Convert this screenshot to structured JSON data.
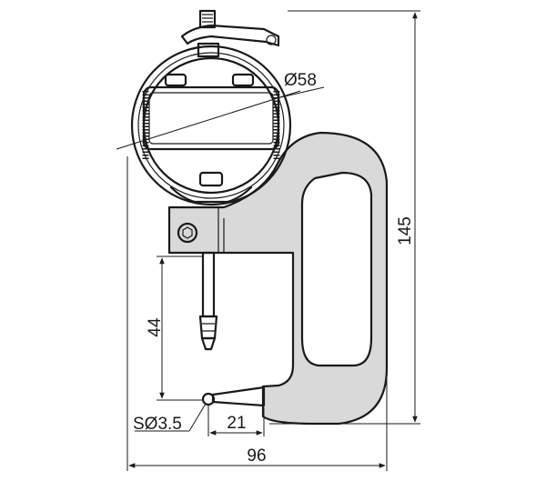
{
  "dimensions": {
    "dial_diameter": "Ø58",
    "total_height": "145",
    "throat_depth": "44",
    "anvil_ball": "SØ3.5",
    "anvil_length": "21",
    "total_width": "96"
  }
}
